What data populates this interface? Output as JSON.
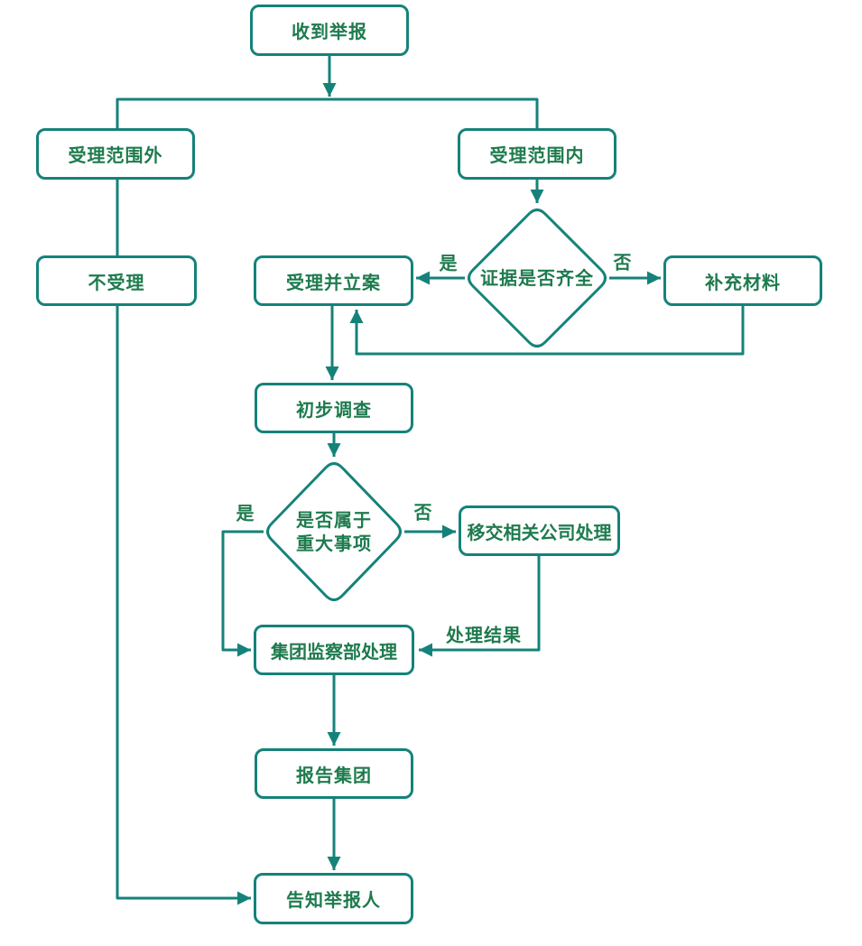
{
  "colors": {
    "line": "#15827A",
    "text": "#1E7B4E",
    "node_fill": "#FFFFFF",
    "background": "#FFFFFF"
  },
  "nodes": {
    "receive_report": {
      "label": "收到举报",
      "type": "process"
    },
    "outside_scope": {
      "label": "受理范围外",
      "type": "process"
    },
    "within_scope": {
      "label": "受理范围内",
      "type": "process"
    },
    "not_accept": {
      "label": "不受理",
      "type": "process"
    },
    "accept_file_case": {
      "label": "受理并立案",
      "type": "process"
    },
    "evidence_complete": {
      "label": "证据是否齐全",
      "type": "decision"
    },
    "supplement_materials": {
      "label": "补充材料",
      "type": "process"
    },
    "preliminary_investigation": {
      "label": "初步调查",
      "type": "process"
    },
    "is_major_matter": {
      "line1": "是否属于",
      "line2": "重大事项",
      "type": "decision"
    },
    "transfer_company": {
      "label": "移交相关公司处理",
      "type": "process"
    },
    "group_supervision": {
      "label": "集团监察部处理",
      "type": "process"
    },
    "report_group": {
      "label": "报告集团",
      "type": "process"
    },
    "inform_reporter": {
      "label": "告知举报人",
      "type": "process"
    }
  },
  "edge_labels": {
    "evidence_yes": "是",
    "evidence_no": "否",
    "major_yes": "是",
    "major_no": "否",
    "handling_result": "处理结果"
  },
  "edges": [
    {
      "from": "receive_report",
      "to": "scope_branch",
      "label": ""
    },
    {
      "from": "scope_branch",
      "to": "outside_scope",
      "label": ""
    },
    {
      "from": "scope_branch",
      "to": "within_scope",
      "label": ""
    },
    {
      "from": "outside_scope",
      "to": "not_accept",
      "label": ""
    },
    {
      "from": "not_accept",
      "to": "inform_reporter",
      "label": ""
    },
    {
      "from": "within_scope",
      "to": "evidence_complete",
      "label": ""
    },
    {
      "from": "evidence_complete",
      "to": "accept_file_case",
      "label": "是"
    },
    {
      "from": "evidence_complete",
      "to": "supplement_materials",
      "label": "否"
    },
    {
      "from": "supplement_materials",
      "to": "accept_file_case",
      "label": ""
    },
    {
      "from": "accept_file_case",
      "to": "preliminary_investigation",
      "label": ""
    },
    {
      "from": "preliminary_investigation",
      "to": "is_major_matter",
      "label": ""
    },
    {
      "from": "is_major_matter",
      "to": "group_supervision",
      "label": "是"
    },
    {
      "from": "is_major_matter",
      "to": "transfer_company",
      "label": "否"
    },
    {
      "from": "transfer_company",
      "to": "group_supervision",
      "label": "处理结果"
    },
    {
      "from": "group_supervision",
      "to": "report_group",
      "label": ""
    },
    {
      "from": "report_group",
      "to": "inform_reporter",
      "label": ""
    }
  ]
}
